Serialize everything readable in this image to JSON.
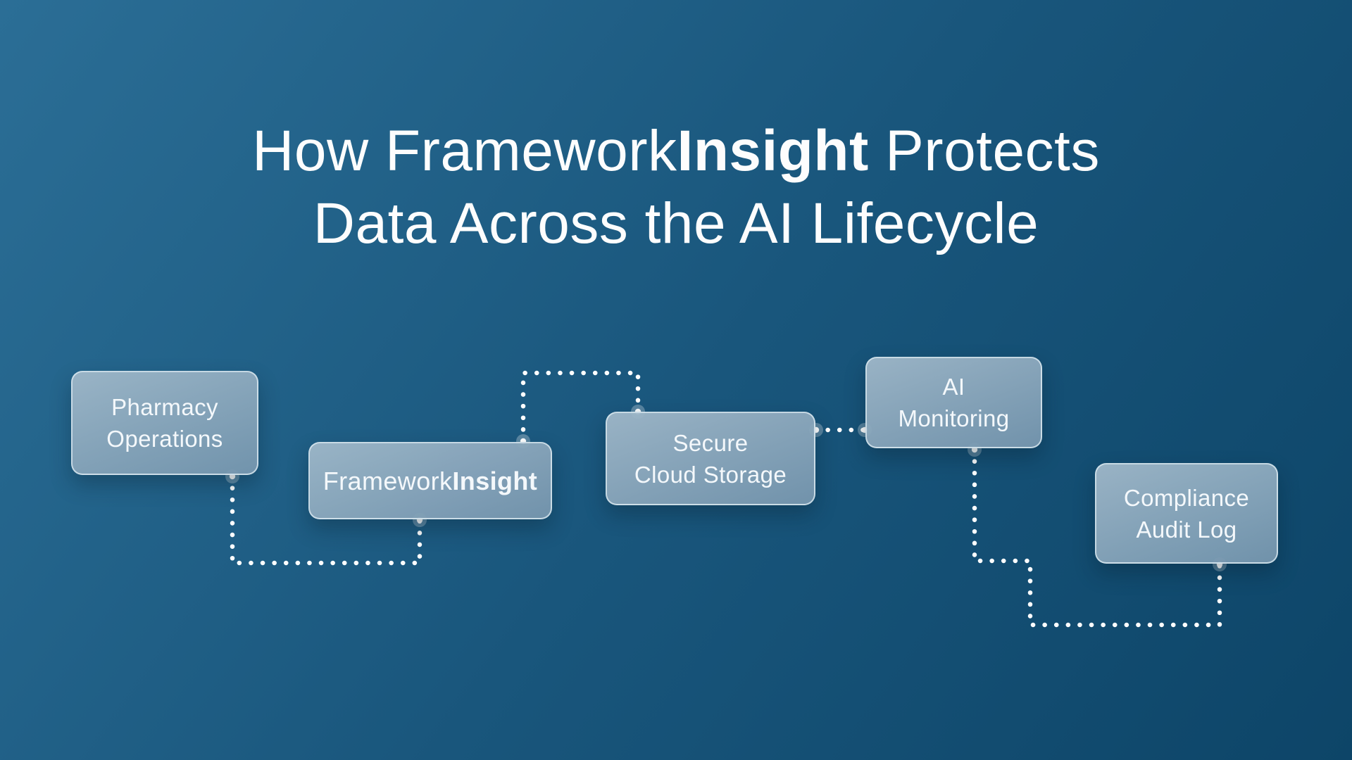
{
  "title": {
    "line1_pre": "How Framework",
    "line1_bold": "Insight",
    "line1_post": " Protects",
    "line2": "Data Across the AI Lifecycle"
  },
  "nodes": [
    {
      "id": "pharmacy-operations",
      "lines": [
        "Pharmacy",
        "Operations"
      ]
    },
    {
      "id": "frameworkinsight",
      "label_pre": "Framework",
      "label_bold": "Insight"
    },
    {
      "id": "secure-cloud-storage",
      "lines": [
        "Secure",
        "Cloud Storage"
      ]
    },
    {
      "id": "ai-monitoring",
      "lines": [
        "AI",
        "Monitoring"
      ]
    },
    {
      "id": "compliance-audit-log",
      "lines": [
        "Compliance",
        "Audit Log"
      ]
    }
  ],
  "colors": {
    "bg_a": "#2b6e96",
    "bg_b": "#19567c",
    "bg_c": "#0d4568",
    "node_top": "rgba(160,184,201,0.95)",
    "node_bottom": "rgba(118,150,174,0.95)",
    "node_border": "rgba(224,237,244,0.75)",
    "node_text": "#f4f8fb",
    "dot": "#ffffff",
    "title_text": "#fdfdfd"
  }
}
